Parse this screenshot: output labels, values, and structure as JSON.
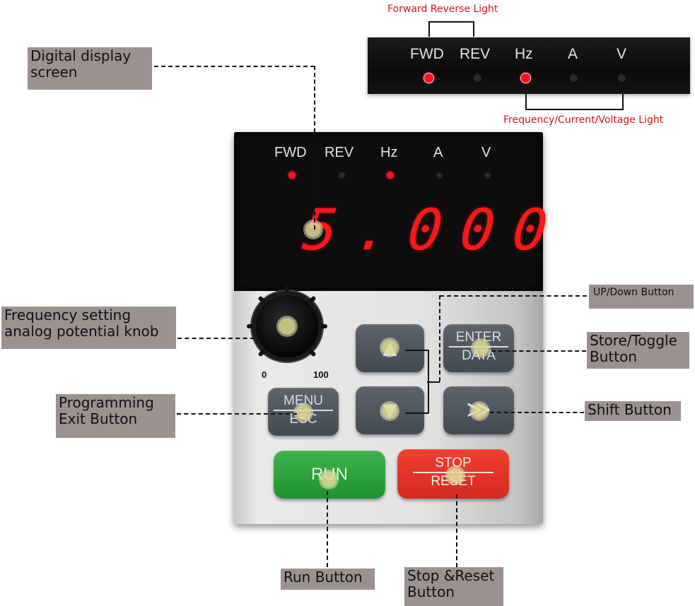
{
  "captions": {
    "forward_reverse": "Forward Reverse Light",
    "freq_current_voltage": "Frequency/Current/Voltage Light"
  },
  "indicators": [
    {
      "label": "FWD",
      "state": "on"
    },
    {
      "label": "REV",
      "state": "off"
    },
    {
      "label": "Hz",
      "state": "on"
    },
    {
      "label": "A",
      "state": "off"
    },
    {
      "label": "V",
      "state": "off"
    }
  ],
  "display": {
    "value": "5.000",
    "color": "#ff1616"
  },
  "knob": {
    "min_label": "0",
    "max_label": "100"
  },
  "keys": {
    "up": {
      "symbol": "▲"
    },
    "down": {
      "symbol": "▼"
    },
    "enter": {
      "top": "ENTER",
      "bottom": "DATA"
    },
    "menu": {
      "top": "MENU",
      "bottom": "ESC"
    },
    "shift": {
      "symbol": "≫"
    },
    "run": {
      "top": "RUN",
      "color": "#2aa23a"
    },
    "stop": {
      "top": "STOP",
      "bottom": "RESET",
      "color": "#e0352a"
    }
  },
  "callouts": {
    "display_screen": "Digital display screen",
    "knob": "Frequency setting analog potential knob",
    "menu_esc": "Programming Exit Button",
    "up_down": "UP/Down Button",
    "store_toggle": "Store/Toggle Button",
    "shift": "Shift Button",
    "run": "Run Button",
    "stop_reset": "Stop &Reset Button"
  }
}
